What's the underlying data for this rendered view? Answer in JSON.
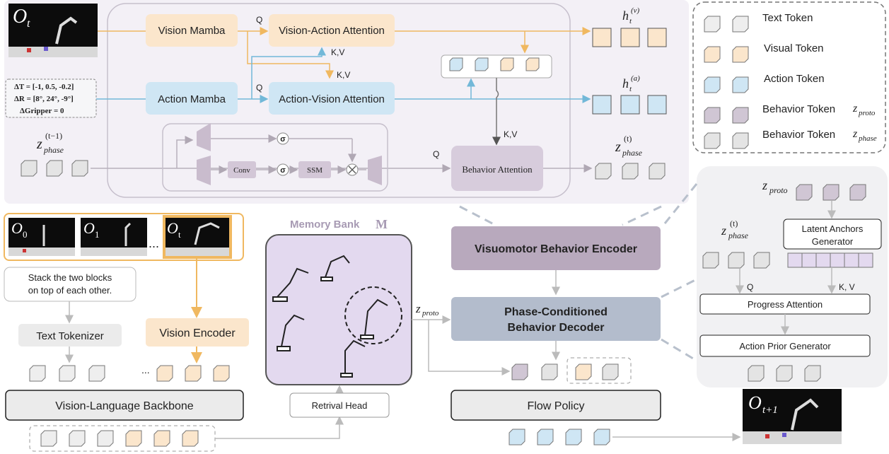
{
  "colors": {
    "vision": "#fbe6cc",
    "vision_stroke": "#e8b070",
    "action": "#cfe6f4",
    "action_stroke": "#6cb2d4",
    "behavior": "#d7ccdc",
    "behavior_stroke": "#9a8ba6",
    "text_token": "#eeeeee",
    "orange_line": "#f0b860",
    "blue_line": "#72b8d8",
    "gray_line": "#b8b0bc",
    "memory_bank": "#e3d9ef",
    "visuomotor_encoder": "#b8a9bd",
    "decoder": "#b3bccc",
    "panel_bg": "#f3f0f6",
    "right_panel_bg": "#f1f1f3"
  },
  "top_panel": {
    "obs_label": "O",
    "obs_sub": "t",
    "vision_mamba": "Vision Mamba",
    "vision_action_attention": "Vision-Action Attention",
    "action_mamba": "Action Mamba",
    "action_vision_attention": "Action-Vision Attention",
    "behavior_attention": "Behavior Attention",
    "conv": "Conv",
    "ssm": "SSM",
    "sigma": "σ",
    "q": "Q",
    "kv": "K,V",
    "delta_t": "ΔT = [-1, 0.5, -0.2]",
    "delta_r": "ΔR = [8°, 24°, -9°]",
    "delta_gripper": "ΔGripper = 0",
    "z_prev": "z",
    "z_prev_sub": "phase",
    "z_prev_sup": "(t−1)",
    "z_out": "z",
    "z_out_sub": "phase",
    "z_out_sup": "(t)",
    "h_v": "h",
    "h_v_sub": "t",
    "h_v_sup": "(v)",
    "h_a": "h",
    "h_a_sub": "t",
    "h_a_sup": "(a)"
  },
  "legend": {
    "items": [
      {
        "label": "Text Token",
        "sub": ""
      },
      {
        "label": "Visual Token",
        "sub": ""
      },
      {
        "label": "Action Token",
        "sub": ""
      },
      {
        "label": "Behavior Token ",
        "sub": "proto"
      },
      {
        "label": "Behavior Token ",
        "sub": "phase"
      }
    ],
    "z_symbol": "z"
  },
  "bottom_left": {
    "obs_labels": [
      {
        "main": "O",
        "sub": "0"
      },
      {
        "main": "O",
        "sub": "1"
      },
      {
        "main": "O",
        "sub": "t"
      }
    ],
    "ellipsis": "...",
    "instruction_line1": "Stack the two blocks",
    "instruction_line2": "on top of each other.",
    "text_tokenizer": "Text Tokenizer",
    "vision_encoder": "Vision Encoder",
    "vlm_backbone": "Vision-Language Backbone"
  },
  "memory": {
    "title": "Memory Bank ",
    "title_symbol": "M",
    "retrieval_head": "Retrival Head",
    "z_proto": "z",
    "z_proto_sub": "proto"
  },
  "center": {
    "encoder": "Visuomotor Behavior Encoder",
    "decoder_line1": "Phase-Conditioned",
    "decoder_line2": "Behavior Decoder",
    "flow_policy": "Flow Policy",
    "obs_next": "O",
    "obs_next_sub": "t+1"
  },
  "right_panel": {
    "z_proto": "z",
    "z_proto_sub": "proto",
    "z_phase": "z",
    "z_phase_sub": "phase",
    "z_phase_sup": "(t)",
    "latent_line1": "Latent Anchors",
    "latent_line2": "Generator",
    "q": "Q",
    "kv": "K, V",
    "progress_attention": "Progress Attention",
    "action_prior": "Action Prior Generator"
  }
}
